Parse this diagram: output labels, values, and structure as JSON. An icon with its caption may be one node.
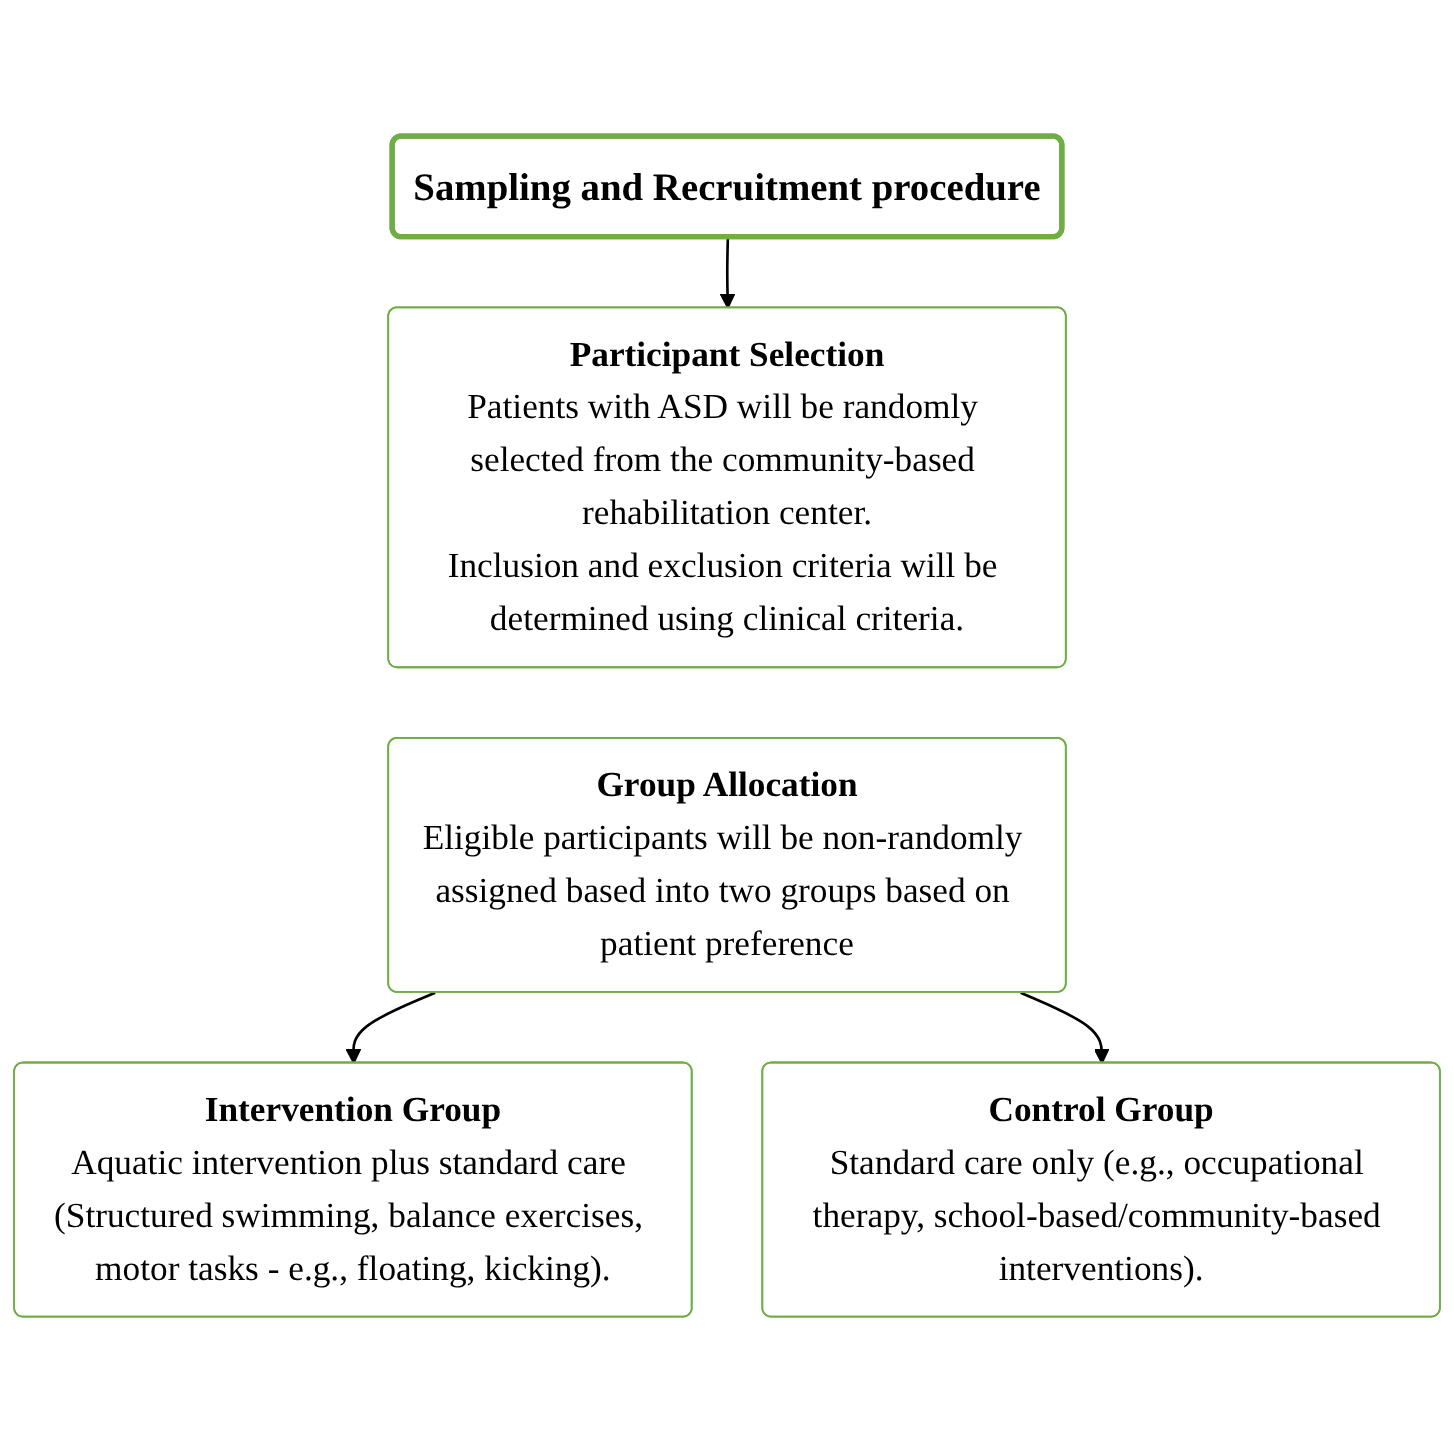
{
  "diagram": {
    "nodes": [
      {
        "text": [
          "Sampling and Recruitment procedure"
        ]
      },
      {
        "text": [
          "Participant Selection",
          "Patients with ASD will be randomly selected from the community-based rehabilitation center.",
          "Inclusion and exclusion criteria will be determined using clinical criteria."
        ]
      },
      {
        "text": [
          "Group Allocation",
          "Eligible participants will be non-randomly assigned based into two groups based on patient preference"
        ]
      },
      {
        "text": [
          "Intervention Group",
          "Aquatic intervention plus standard care (Structured swimming, balance exercises, motor tasks - e.g., floating, kicking)."
        ]
      },
      {
        "text": [
          "Control Group",
          "Standard care only (e.g., occupational therapy, school-based/community-based interventions)."
        ]
      }
    ],
    "edges": [
      {
        "from": 0,
        "to": 1,
        "arrow": "to"
      },
      {
        "from": 2,
        "to": 3,
        "arrow": "to"
      },
      {
        "from": 2,
        "to": 4,
        "arrow": "to"
      }
    ]
  }
}
